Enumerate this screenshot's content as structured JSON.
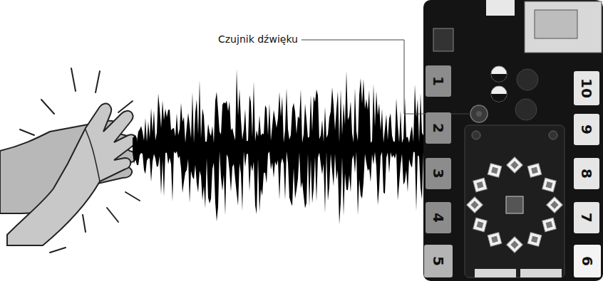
{
  "diagram": {
    "nodes": [
      {
        "text": [
          "1"
        ]
      },
      {
        "text": [
          "2"
        ]
      },
      {
        "text": [
          "3"
        ]
      },
      {
        "text": [
          "4"
        ]
      },
      {
        "text": [
          "5"
        ]
      },
      {
        "text": [
          "6"
        ]
      },
      {
        "text": [
          "7"
        ]
      },
      {
        "text": [
          "8"
        ]
      },
      {
        "text": [
          "9"
        ]
      },
      {
        "text": [
          "10"
        ]
      }
    ],
    "labels": [
      "Czujnik dźwięku"
    ]
  }
}
